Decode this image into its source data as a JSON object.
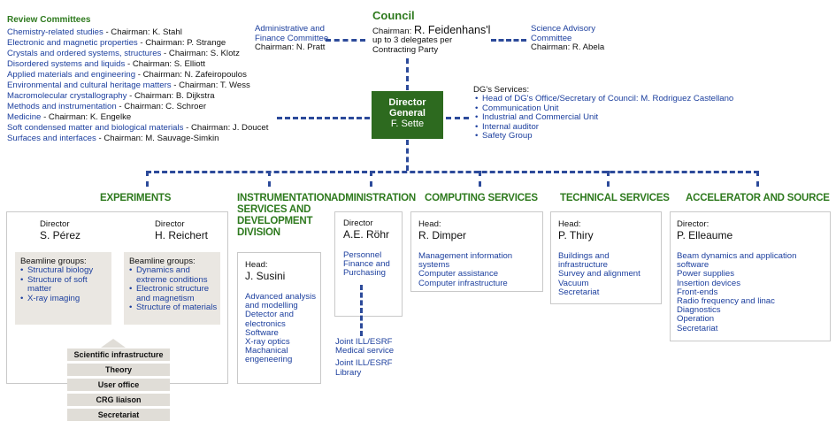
{
  "review_committees": {
    "title": "Review Committees",
    "items": [
      {
        "topic": "Chemistry-related studies",
        "chair": " - Chairman: K. Stahl"
      },
      {
        "topic": "Electronic and magnetic properties",
        "chair": " - Chairman: P. Strange"
      },
      {
        "topic": "Crystals and ordered systems, structures",
        "chair": " - Chairman: S. Klotz"
      },
      {
        "topic": "Disordered systems and liquids",
        "chair": " - Chairman: S. Elliott"
      },
      {
        "topic": "Applied materials and engineering",
        "chair": " - Chairman: N. Zafeiropoulos"
      },
      {
        "topic": "Environmental and cultural heritage matters",
        "chair": " - Chairman: T. Wess"
      },
      {
        "topic": "Macromolecular crystallography",
        "chair": " - Chairman: B. Dijkstra"
      },
      {
        "topic": "Methods and instrumentation",
        "chair": " - Chairman: C. Schroer"
      },
      {
        "topic": "Medicine",
        "chair": " - Chairman: K. Engelke"
      },
      {
        "topic": "Soft condensed matter and biological materials",
        "chair": " - Chairman: J. Doucet"
      },
      {
        "topic": "Surfaces and interfaces",
        "chair": " - Chairman: M. Sauvage-Simkin"
      }
    ]
  },
  "council": {
    "title": "Council",
    "chair_label": "Chairman:",
    "chair_name": "R. Feidenhans'l",
    "line2": "up to 3 delegates per",
    "line3": "Contracting Party"
  },
  "admin_finance": {
    "line1": "Administrative and",
    "line2": "Finance Committee",
    "chair": "Chairman: N. Pratt"
  },
  "science_advisory": {
    "line1": "Science Advisory",
    "line2": "Committee",
    "chair": "Chairman: R. Abela"
  },
  "director_general": {
    "line1": "Director",
    "line2": "General",
    "name": "F. Sette"
  },
  "dg_services": {
    "title": "DG's Services:",
    "items": [
      "Head of DG's Office/Secretary of Council: M. Rodriguez Castellano",
      "Communication Unit",
      "Industrial and Commercial Unit",
      "Internal auditor",
      "Safety Group"
    ]
  },
  "experiments": {
    "title": "EXPERIMENTS",
    "left": {
      "role": "Director",
      "name": "S. Pérez",
      "groups_title": "Beamline groups:",
      "groups": [
        "Structural biology",
        "Structure of soft matter",
        "X-ray imaging"
      ]
    },
    "right": {
      "role": "Director",
      "name": "H. Reichert",
      "groups_title": "Beamline groups:",
      "groups": [
        "Dynamics and extreme conditions",
        "Electronic structure and magnetism",
        "Structure of materials"
      ]
    },
    "support": [
      "Scientific infrastructure",
      "Theory",
      "User office",
      "CRG liaison",
      "Secretariat"
    ]
  },
  "instrumentation": {
    "title_l1": "INSTRUMENTATION",
    "title_l2": "SERVICES AND",
    "title_l3": "DEVELOPMENT",
    "title_l4": "DIVISION",
    "role": "Head:",
    "name": "J. Susini",
    "items": [
      "Advanced analysis",
      "and modelling",
      "Detector and",
      "electronics",
      "Software",
      "X-ray optics",
      "Machanical",
      "engeneering"
    ]
  },
  "administration": {
    "title": "ADMINISTRATION",
    "role": "Director",
    "name": "A.E. Röhr",
    "items": [
      "Personnel",
      "Finance and",
      "Purchasing"
    ],
    "joint": [
      "Joint ILL/ESRF",
      "Medical service",
      "Joint ILL/ESRF",
      "Library"
    ]
  },
  "computing": {
    "title": "COMPUTING SERVICES",
    "role": "Head:",
    "name": "R. Dimper",
    "items": [
      "Management information systems",
      "Computer assistance",
      "Computer infrastructure"
    ]
  },
  "technical": {
    "title": "TECHNICAL SERVICES",
    "role": "Head:",
    "name": "P. Thiry",
    "items": [
      "Buildings and infrastructure",
      "Survey and alignment",
      "Vacuum",
      "Secretariat"
    ]
  },
  "accelerator": {
    "title": "ACCELERATOR AND SOURCE",
    "role": "Director:",
    "name": "P. Elleaume",
    "items": [
      "Beam dynamics and application software",
      "Power supplies",
      "Insertion devices",
      "Front-ends",
      "Radio frequency and linac",
      "Diagnostics",
      "Operation",
      "Secretariat"
    ]
  },
  "colors": {
    "green": "#2e7a1e",
    "blue": "#1c3f9e",
    "dg_box": "#2d6a1f",
    "gray_box": "#eae7e2"
  }
}
